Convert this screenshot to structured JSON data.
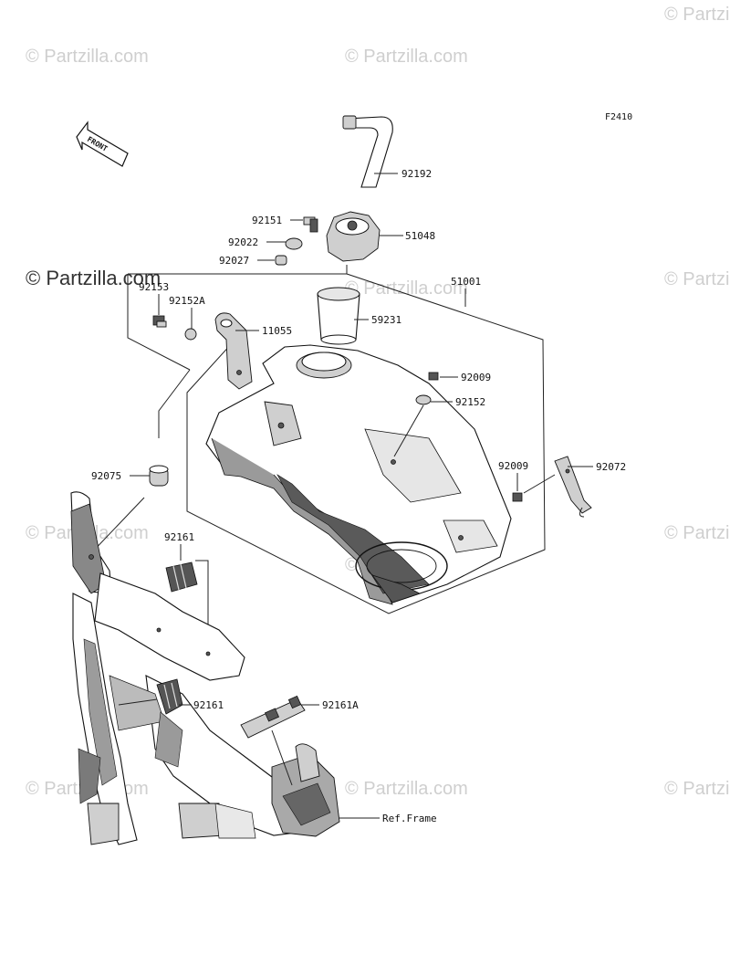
{
  "figure_code": "F2410",
  "front_label": "FRONT",
  "watermark": "© Partzilla.com",
  "callouts": [
    {
      "id": "92192",
      "text": "92192"
    },
    {
      "id": "92151",
      "text": "92151"
    },
    {
      "id": "51048",
      "text": "51048"
    },
    {
      "id": "92022",
      "text": "92022"
    },
    {
      "id": "92027",
      "text": "92027"
    },
    {
      "id": "51001",
      "text": "51001"
    },
    {
      "id": "92153",
      "text": "92153"
    },
    {
      "id": "92152A",
      "text": "92152A"
    },
    {
      "id": "11055",
      "text": "11055"
    },
    {
      "id": "59231",
      "text": "59231"
    },
    {
      "id": "92009a",
      "text": "92009"
    },
    {
      "id": "92152",
      "text": "92152"
    },
    {
      "id": "92075",
      "text": "92075"
    },
    {
      "id": "92009b",
      "text": "92009"
    },
    {
      "id": "92072",
      "text": "92072"
    },
    {
      "id": "92161a",
      "text": "92161"
    },
    {
      "id": "92161b",
      "text": "92161"
    },
    {
      "id": "92161A",
      "text": "92161A"
    },
    {
      "id": "ref_frame",
      "text": "Ref.Frame"
    }
  ]
}
